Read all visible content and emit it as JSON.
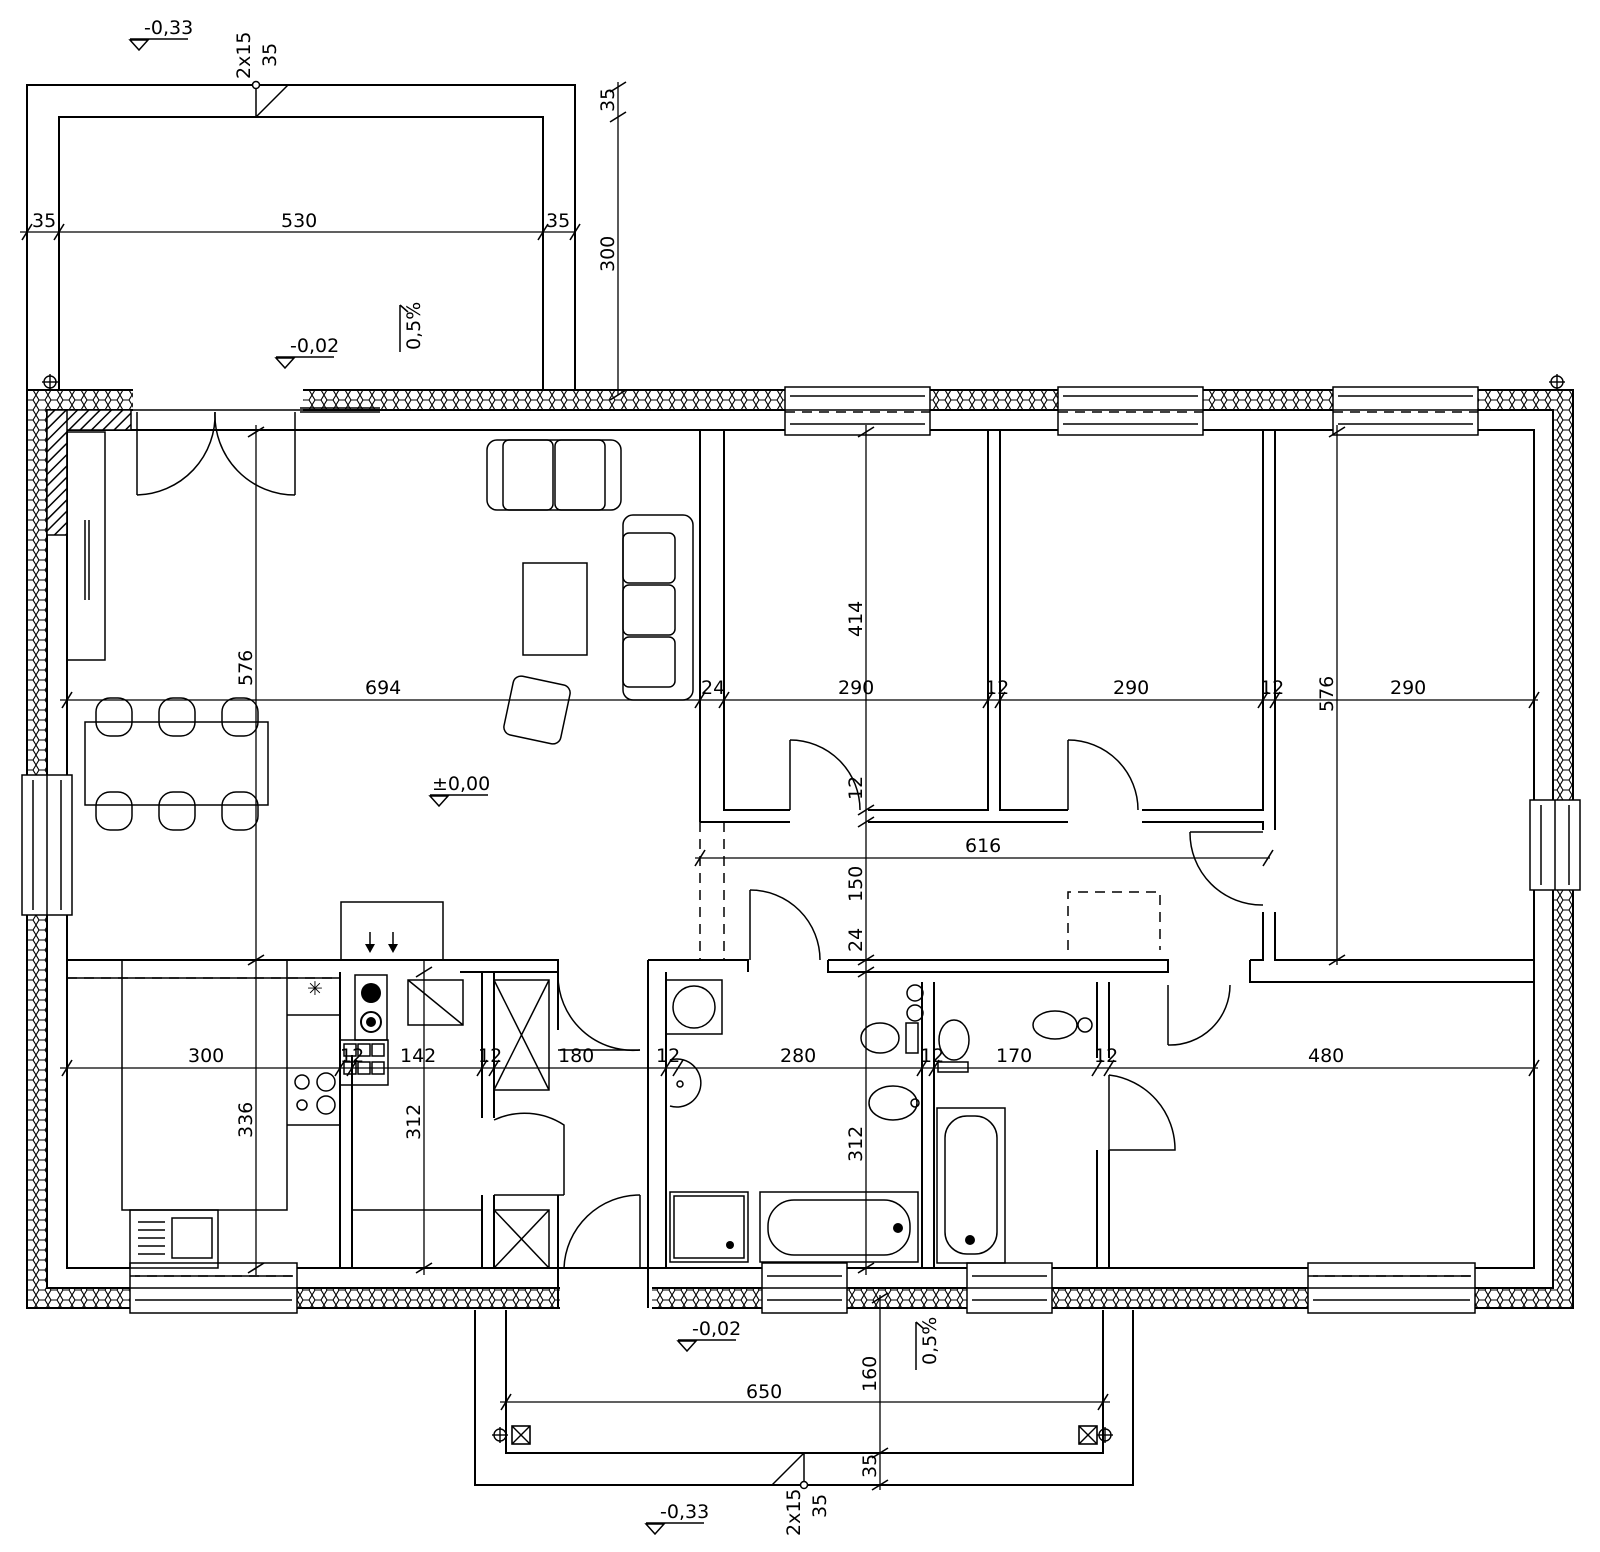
{
  "colors": {
    "ink": "#000000",
    "paper": "#ffffff"
  },
  "dimensions": {
    "porch_top_left_wall": "35",
    "porch_top_span": "530",
    "porch_top_right_wall": "35",
    "porch_top_depth": "300",
    "porch_top_edge": "35",
    "living_span": "694",
    "living_depth": "576",
    "partition_24": "24",
    "room_a": "290",
    "partition_12a": "12",
    "room_b": "290",
    "partition_12b": "12",
    "room_c": "290",
    "bedroom_depth": "414",
    "wall_12_vertical": "12",
    "hall_616": "616",
    "right_depth_576": "576",
    "hall_depth_150": "150",
    "partition_24_vertical": "24",
    "kitchen_300": "300",
    "pantry_12": "12",
    "pantry_142": "142",
    "stair_12": "12",
    "stair_180": "180",
    "bath_12": "12",
    "bath_280": "280",
    "wc_12": "12",
    "wc_170": "170",
    "bed_12": "12",
    "bed_480": "480",
    "kitchen_depth_336": "336",
    "pantry_depth_312": "312",
    "bath_depth_312": "312",
    "porch_bottom_span": "650",
    "porch_bottom_depth": "160",
    "porch_bottom_edge": "35"
  },
  "levels": {
    "top_terrain": "-0,33",
    "top_porch": "-0,02",
    "floor": "±0,00",
    "bottom_porch": "-0,02",
    "bottom_terrain": "-0,33"
  },
  "slopes": {
    "top": "0,5%",
    "bottom": "0,5%"
  },
  "steps": {
    "top_size": "2x15",
    "top_depth": "35",
    "bottom_size": "2x15",
    "bottom_depth": "35"
  },
  "icons": {
    "level_marker": "level-triangle-icon",
    "axis_marker": "axis-crosshair-icon",
    "column": "column-square-icon",
    "chimney": "chimney-arrows-icon",
    "light": "light-star-icon"
  }
}
